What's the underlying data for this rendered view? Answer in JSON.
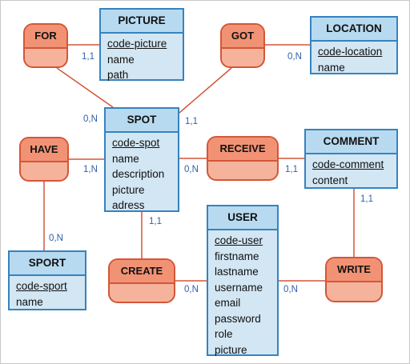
{
  "entities": {
    "picture": {
      "name": "PICTURE",
      "attributes": [
        "code-picture",
        "name",
        "path"
      ],
      "key": "code-picture"
    },
    "location": {
      "name": "LOCATION",
      "attributes": [
        "code-location",
        "name"
      ],
      "key": "code-location"
    },
    "spot": {
      "name": "SPOT",
      "attributes": [
        "code-spot",
        "name",
        "description",
        "picture",
        "adress"
      ],
      "key": "code-spot"
    },
    "comment": {
      "name": "COMMENT",
      "attributes": [
        "code-comment",
        "content"
      ],
      "key": "code-comment"
    },
    "user": {
      "name": "USER",
      "attributes": [
        "code-user",
        "firstname",
        "lastname",
        "username",
        "email",
        "password",
        "role",
        "picture"
      ],
      "key": "code-user"
    },
    "sport": {
      "name": "SPORT",
      "attributes": [
        "code-sport",
        "name"
      ],
      "key": "code-sport"
    }
  },
  "relationships": {
    "for": {
      "name": "FOR"
    },
    "got": {
      "name": "GOT"
    },
    "have": {
      "name": "HAVE"
    },
    "receive": {
      "name": "RECEIVE"
    },
    "create": {
      "name": "CREATE"
    },
    "write": {
      "name": "WRITE"
    }
  },
  "cardinalities": {
    "for_picture": "1,1",
    "for_spot": "0,N",
    "got_location": "0,N",
    "got_spot": "1,1",
    "have_spot": "1,N",
    "have_sport": "0,N",
    "receive_spot": "0,N",
    "receive_comment": "1,1",
    "write_comment": "1,1",
    "write_user": "0,N",
    "create_spot": "1,1",
    "create_user": "0,N"
  },
  "colors": {
    "entity_fill": "#d2e6f3",
    "entity_header": "#b8daf0",
    "entity_border": "#3583c0",
    "relationship_fill": "#f6b39c",
    "relationship_header": "#f29274",
    "relationship_border": "#d45638",
    "link": "#d45638",
    "cardinality_text": "#3060a8"
  }
}
